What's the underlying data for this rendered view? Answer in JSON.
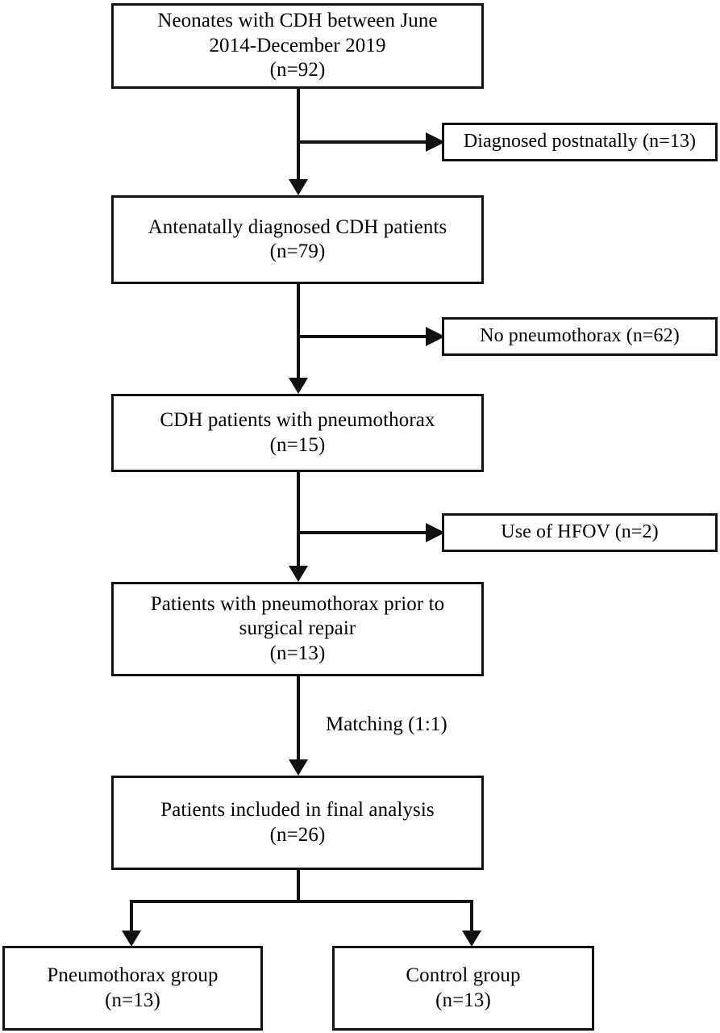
{
  "diagram": {
    "type": "flowchart",
    "title": "CDH neonate patient selection flow",
    "orientation": "top-to-bottom",
    "line_color": "#111111",
    "background_color": "#ffffff",
    "nodes": [
      {
        "id": "n1",
        "kind": "main",
        "text": "Neonates with CDH between June\n2014-December 2019\n(n=92)",
        "count": 92
      },
      {
        "id": "x1",
        "kind": "exclusion",
        "text": "Diagnosed postnatally (n=13)",
        "count": 13
      },
      {
        "id": "n2",
        "kind": "main",
        "text": "Antenatally diagnosed CDH patients\n(n=79)",
        "count": 79
      },
      {
        "id": "x2",
        "kind": "exclusion",
        "text": "No pneumothorax (n=62)",
        "count": 62
      },
      {
        "id": "n3",
        "kind": "main",
        "text": "CDH patients with pneumothorax\n(n=15)",
        "count": 15
      },
      {
        "id": "x3",
        "kind": "exclusion",
        "text": "Use of HFOV (n=2)",
        "count": 2
      },
      {
        "id": "n4",
        "kind": "main",
        "text": "Patients with pneumothorax prior to\nsurgical repair\n(n=13)",
        "count": 13
      },
      {
        "id": "n5",
        "kind": "main",
        "text": "Patients included in final analysis\n(n=26)",
        "count": 26
      },
      {
        "id": "g1",
        "kind": "group",
        "text": "Pneumothorax group\n(n=13)",
        "count": 13
      },
      {
        "id": "g2",
        "kind": "group",
        "text": "Control group\n(n=13)",
        "count": 13
      }
    ],
    "edge_labels": [
      {
        "id": "e-matching",
        "text": "Matching (1:1)"
      }
    ]
  }
}
